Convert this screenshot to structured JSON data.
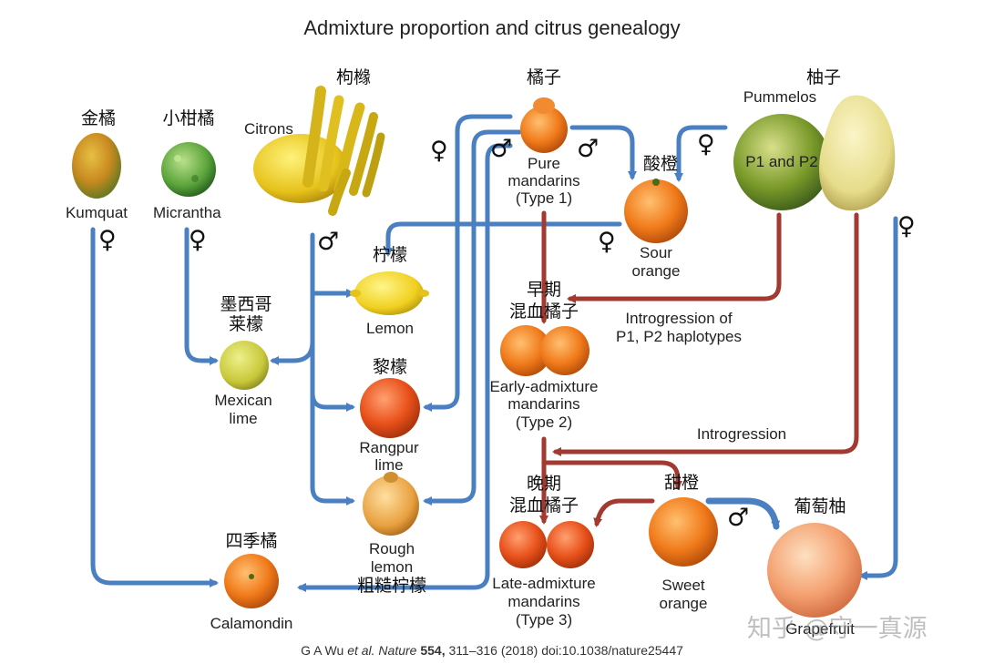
{
  "title": "Admixture proportion and citrus genealogy",
  "citation": {
    "authors": "G A Wu ",
    "etal": "et al.",
    "journal": " Nature",
    "volume": "554,",
    "pages": " 311–316 (2018) doi:10.1038/nature25447"
  },
  "watermark": "知乎 @守一真源",
  "symbols": {
    "female": "♀",
    "male": "♂"
  },
  "colors": {
    "blue_arrow": "#4a7fc1",
    "red_arrow": "#a23a32"
  },
  "nodes": {
    "kumquat": {
      "zh": "金橘",
      "en": "Kumquat"
    },
    "micrantha": {
      "zh": "小柑橘",
      "en": "Micrantha"
    },
    "citrons": {
      "zh": "枸橼",
      "en": "Citrons"
    },
    "pure_mandarins": {
      "zh": "橘子",
      "en1": "Pure",
      "en2": "mandarins",
      "en3": "(Type 1)"
    },
    "pummelos": {
      "zh": "柚子",
      "en": "Pummelos",
      "haplo": "P1 and P2"
    },
    "sour_orange": {
      "zh": "酸橙",
      "en1": "Sour",
      "en2": "orange"
    },
    "lemon": {
      "zh": "柠檬",
      "en": "Lemon"
    },
    "mexican_lime": {
      "zh1": "墨西哥",
      "zh2": "莱檬",
      "en1": "Mexican",
      "en2": "lime"
    },
    "early_admixture": {
      "zh1": "早期",
      "zh2": "混血橘子",
      "en1": "Early-admixture",
      "en2": "mandarins",
      "en3": "(Type 2)"
    },
    "rangpur_lime": {
      "zh": "黎檬",
      "en1": "Rangpur",
      "en2": "lime"
    },
    "rough_lemon": {
      "en1": "Rough",
      "en2": "lemon",
      "zh": "粗糙柠檬"
    },
    "calamondin": {
      "zh": "四季橘",
      "en": "Calamondin"
    },
    "late_admixture": {
      "zh1": "晚期",
      "zh2": "混血橘子",
      "en1": "Late-admixture",
      "en2": "mandarins",
      "en3": "(Type 3)"
    },
    "sweet_orange": {
      "zh": "甜橙",
      "en1": "Sweet",
      "en2": "orange"
    },
    "grapefruit": {
      "zh": "葡萄柚",
      "en": "Grapefruit"
    }
  },
  "annotations": {
    "introgression_p1p2_line1": "Introgression of",
    "introgression_p1p2_line2": "P1, P2 haplotypes",
    "introgression": "Introgression"
  }
}
